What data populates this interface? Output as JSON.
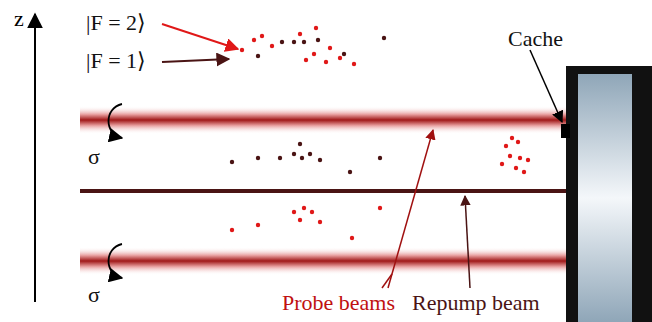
{
  "diagram": {
    "labels": [
      "z",
      "|F = 2⟩",
      "|F = 1⟩",
      "Cache",
      "σ",
      "σ",
      "Probe beams",
      "Repump beam"
    ]
  }
}
